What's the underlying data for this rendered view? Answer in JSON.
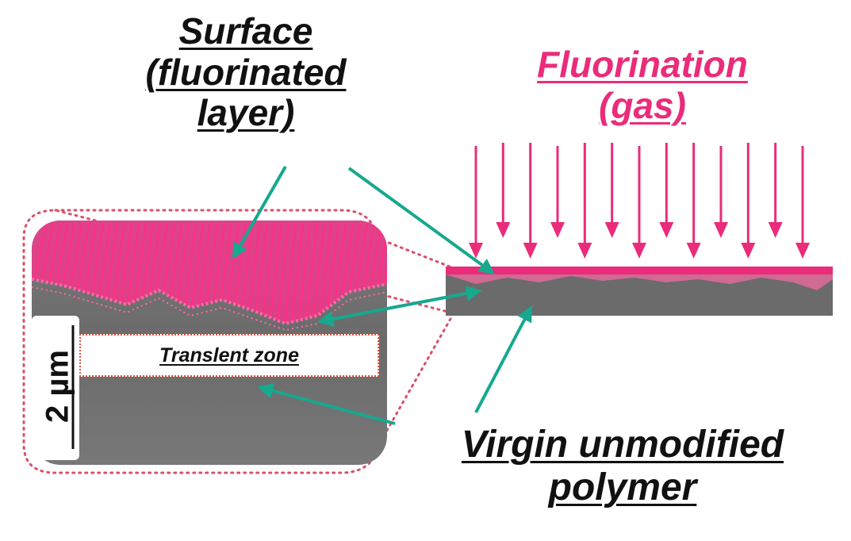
{
  "labels": {
    "surface": [
      "Surface",
      "(fluorinated",
      "layer)"
    ],
    "fluorination": [
      "Fluorination",
      "(gas)"
    ],
    "virgin": [
      "Virgin unmodified",
      "polymer"
    ],
    "transient_zone": "Translent zone",
    "scale_bar": "2 µm"
  },
  "colors": {
    "fluorine_pink": "#ea2c7a",
    "arrow_teal": "#17a88e",
    "polymer_gray": "#6b6b6b",
    "inset_border": "#d9506a",
    "zone_border": "#e0533c"
  },
  "gas_arrows": {
    "count": 13
  }
}
